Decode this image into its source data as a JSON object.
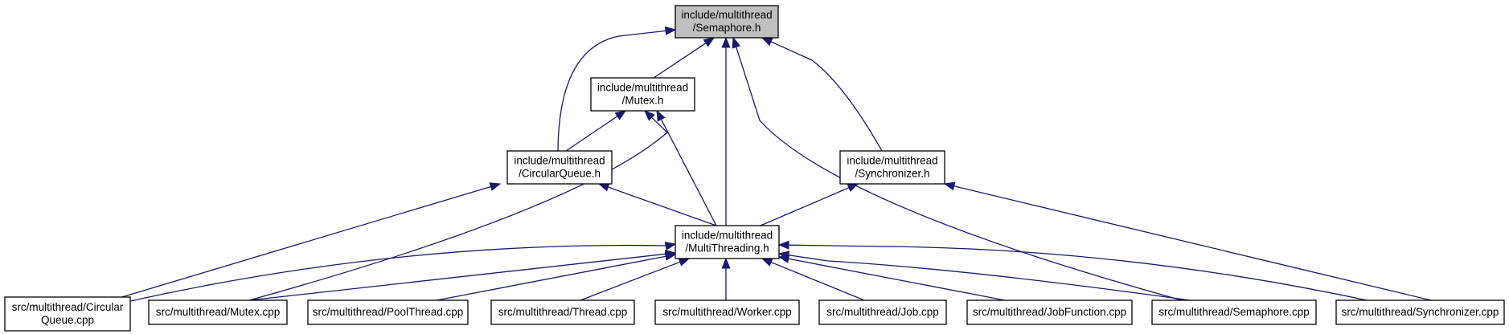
{
  "diagram": {
    "nodes": [
      {
        "id": "semaphore_h",
        "name": "node-semaphore-h",
        "lines": [
          "include/multithread",
          "/Semaphore.h"
        ],
        "root": true
      },
      {
        "id": "mutex_h",
        "name": "node-mutex-h",
        "lines": [
          "include/multithread",
          "/Mutex.h"
        ]
      },
      {
        "id": "circularqueue_h",
        "name": "node-circularqueue-h",
        "lines": [
          "include/multithread",
          "/CircularQueue.h"
        ]
      },
      {
        "id": "synchronizer_h",
        "name": "node-synchronizer-h",
        "lines": [
          "include/multithread",
          "/Synchronizer.h"
        ]
      },
      {
        "id": "multithreading_h",
        "name": "node-multithreading-h",
        "lines": [
          "include/multithread",
          "/MultiThreading.h"
        ]
      },
      {
        "id": "circularqueue_cpp",
        "name": "node-circularqueue-cpp",
        "lines": [
          "src/multithread/Circular",
          "Queue.cpp"
        ]
      },
      {
        "id": "mutex_cpp",
        "name": "node-mutex-cpp",
        "lines": [
          "src/multithread/Mutex.cpp"
        ]
      },
      {
        "id": "poolthread_cpp",
        "name": "node-poolthread-cpp",
        "lines": [
          "src/multithread/PoolThread.cpp"
        ]
      },
      {
        "id": "thread_cpp",
        "name": "node-thread-cpp",
        "lines": [
          "src/multithread/Thread.cpp"
        ]
      },
      {
        "id": "worker_cpp",
        "name": "node-worker-cpp",
        "lines": [
          "src/multithread/Worker.cpp"
        ]
      },
      {
        "id": "job_cpp",
        "name": "node-job-cpp",
        "lines": [
          "src/multithread/Job.cpp"
        ]
      },
      {
        "id": "jobfunction_cpp",
        "name": "node-jobfunction-cpp",
        "lines": [
          "src/multithread/JobFunction.cpp"
        ]
      },
      {
        "id": "semaphore_cpp",
        "name": "node-semaphore-cpp",
        "lines": [
          "src/multithread/Semaphore.cpp"
        ]
      },
      {
        "id": "synchronizer_cpp",
        "name": "node-synchronizer-cpp",
        "lines": [
          "src/multithread/Synchronizer.cpp"
        ]
      }
    ],
    "edges": [
      {
        "from": "mutex_h",
        "to": "semaphore_h"
      },
      {
        "from": "circularqueue_h",
        "to": "semaphore_h"
      },
      {
        "from": "multithreading_h",
        "to": "semaphore_h"
      },
      {
        "from": "semaphore_cpp",
        "to": "semaphore_h"
      },
      {
        "from": "synchronizer_h",
        "to": "semaphore_h"
      },
      {
        "from": "circularqueue_h",
        "to": "mutex_h"
      },
      {
        "from": "mutex_cpp",
        "to": "mutex_h"
      },
      {
        "from": "multithreading_h",
        "to": "mutex_h"
      },
      {
        "from": "multithreading_h",
        "to": "circularqueue_h"
      },
      {
        "from": "circularqueue_cpp",
        "to": "circularqueue_h"
      },
      {
        "from": "multithreading_h",
        "to": "synchronizer_h"
      },
      {
        "from": "synchronizer_cpp",
        "to": "synchronizer_h"
      },
      {
        "from": "circularqueue_cpp",
        "to": "multithreading_h"
      },
      {
        "from": "mutex_cpp",
        "to": "multithreading_h"
      },
      {
        "from": "poolthread_cpp",
        "to": "multithreading_h"
      },
      {
        "from": "thread_cpp",
        "to": "multithreading_h"
      },
      {
        "from": "worker_cpp",
        "to": "multithreading_h"
      },
      {
        "from": "job_cpp",
        "to": "multithreading_h"
      },
      {
        "from": "jobfunction_cpp",
        "to": "multithreading_h"
      },
      {
        "from": "semaphore_cpp",
        "to": "multithreading_h"
      },
      {
        "from": "synchronizer_cpp",
        "to": "multithreading_h"
      }
    ],
    "colors": {
      "edge": "#191970",
      "root_fill": "#bfbfbf",
      "node_fill": "#ffffff",
      "node_border": "#000000"
    }
  }
}
